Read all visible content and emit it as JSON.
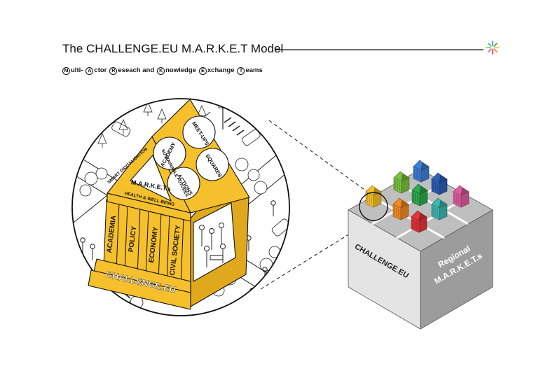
{
  "header": {
    "title": "The CHALLENGE.EU M.A.R.K.E.T Model",
    "subtitle_words": [
      {
        "initial": "M",
        "rest": "ulti-"
      },
      {
        "initial": "A",
        "rest": "ctor"
      },
      {
        "initial": "R",
        "rest": "eseach and"
      },
      {
        "initial": "K",
        "rest": "nowledge"
      },
      {
        "initial": "E",
        "rest": "xchange"
      },
      {
        "initial": "T",
        "rest": "eams"
      }
    ]
  },
  "building": {
    "roof_circles": [
      "ACADEMY",
      "MEET-UPS",
      "ACTIONS",
      "SQUARES"
    ],
    "pediment_label": "M.A.R.K.E.T.s",
    "topic_left": "SMART DIGITALISATION",
    "topic_right": "SUSTAINABLE FUTURES",
    "topic_base": "HEALTH & WELL-BEING",
    "pillars": [
      "ACADEMIA",
      "POLICY",
      "ECONOMY",
      "CIVIL SOCIETY"
    ],
    "base_label": "CHALLENGE.EU"
  },
  "platform": {
    "brand_label": "CHALLENGE.EU",
    "regional_line1": "Regional",
    "regional_line2": "M.A.R.K.E.T.s"
  },
  "colors": {
    "building_yellow": "#F5C02C",
    "building_dark": "#E0A81C",
    "platform_top": "#BFBFBF",
    "platform_left": "#E4E4E4",
    "platform_right": "#9C9C9C",
    "house_colors": [
      "#3E7FD4",
      "#2C5FB8",
      "#7CC13E",
      "#2DA84F",
      "#E05DA0",
      "#F28A24",
      "#3EB8B0",
      "#E2363A",
      "#F5C02C"
    ]
  }
}
